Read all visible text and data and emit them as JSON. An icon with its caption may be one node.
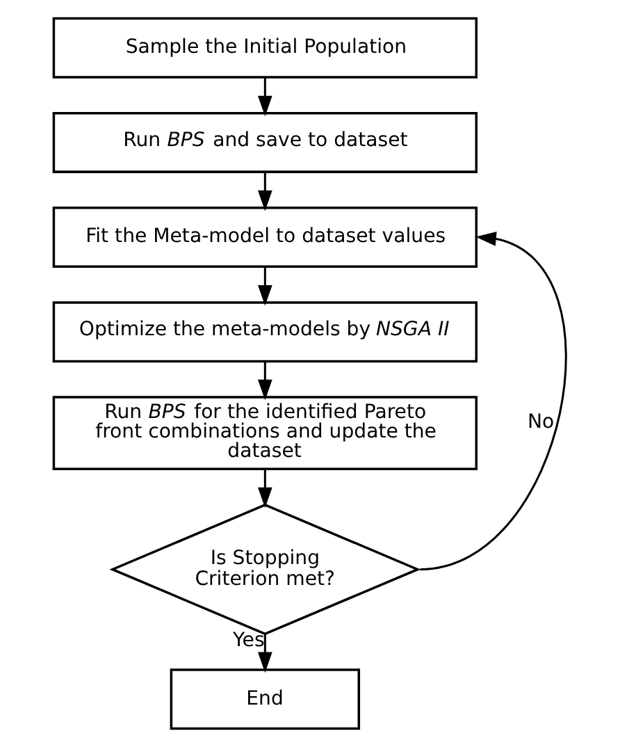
{
  "diagram": {
    "nodes": [
      {
        "text": [
          "Sample the Initial Population"
        ]
      },
      {
        "text": [
          "Run *BPS* and save to dataset"
        ]
      },
      {
        "text": [
          "Fit the Meta-model to dataset values"
        ]
      },
      {
        "text": [
          "Optimize the meta-models by *NSGA II*"
        ]
      },
      {
        "text": [
          "Run *BPS* for the identified Pareto front combinations and update the dataset"
        ]
      },
      {
        "text": [
          "Is Stopping Criterion met?"
        ]
      },
      {
        "text": [
          "End"
        ]
      }
    ],
    "edges": [
      {
        "from": 0,
        "to": 1,
        "arrow": "to"
      },
      {
        "from": 1,
        "to": 2,
        "arrow": "to"
      },
      {
        "from": 2,
        "to": 3,
        "arrow": "to"
      },
      {
        "from": 3,
        "to": 4,
        "arrow": "to"
      },
      {
        "from": 4,
        "to": 5,
        "arrow": "to"
      },
      {
        "from": 5,
        "to": 6,
        "label": "Yes",
        "arrow": "to"
      },
      {
        "from": 5,
        "to": 2,
        "label": "No",
        "arrow": "to"
      }
    ]
  }
}
